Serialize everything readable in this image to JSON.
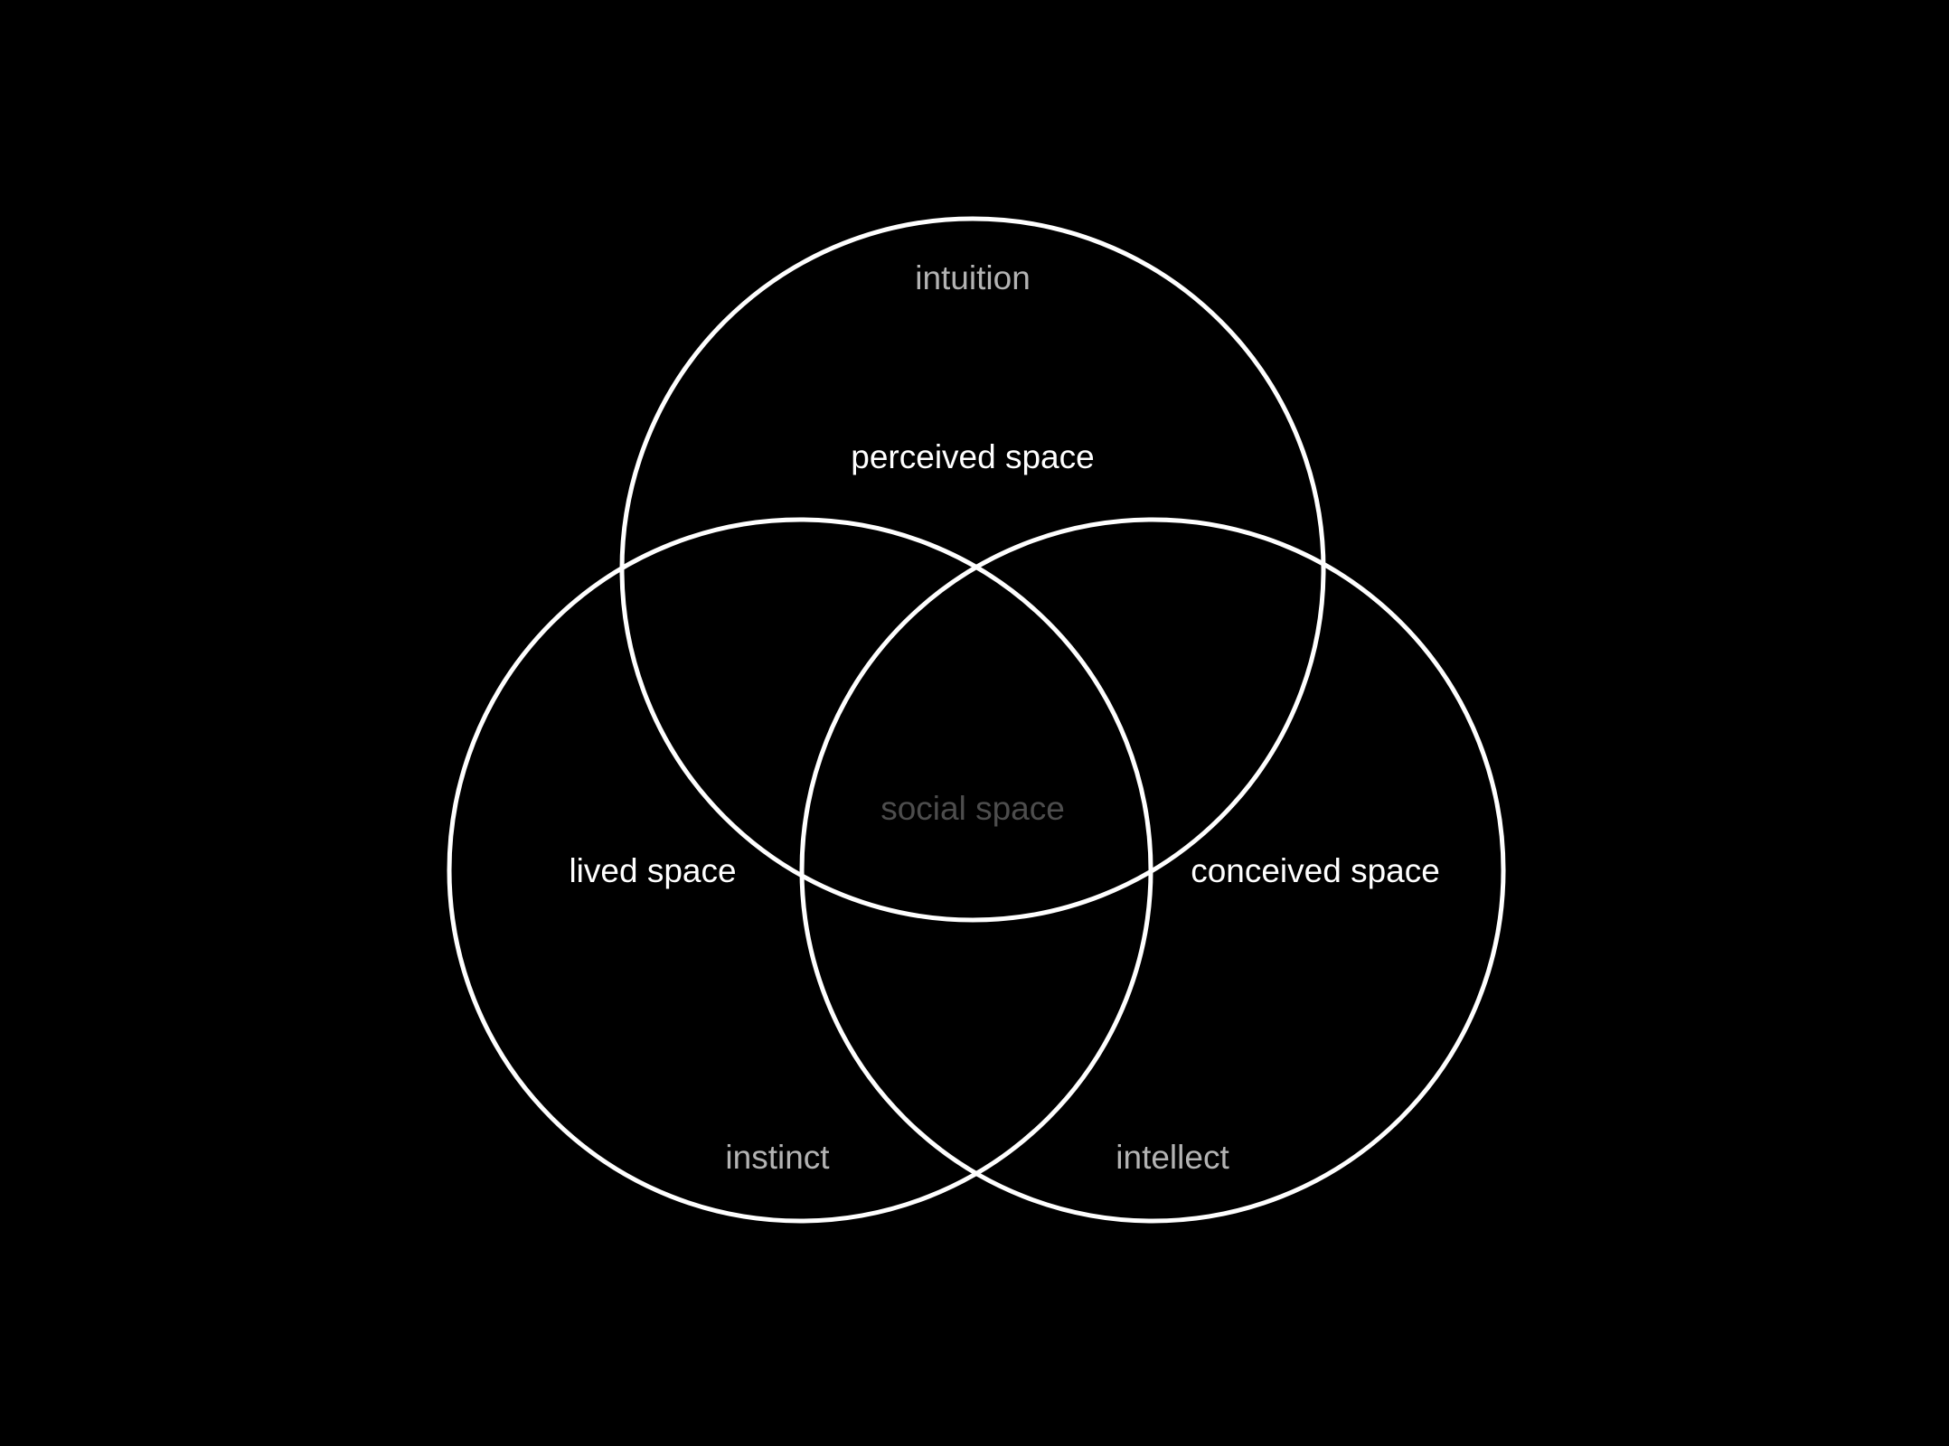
{
  "diagram": {
    "circles": {
      "top": {
        "stroke": "#ffffff"
      },
      "left": {
        "stroke": "#ffffff"
      },
      "right": {
        "stroke": "#ffffff"
      }
    },
    "labels": {
      "intuition": {
        "text": "intuition",
        "color": "#b3b3b3"
      },
      "perceived_space": {
        "text": "perceived space",
        "color": "#ffffff"
      },
      "social_space": {
        "text": "social space",
        "color": "#4d4d4d"
      },
      "lived_space": {
        "text": "lived space",
        "color": "#ffffff"
      },
      "conceived_space": {
        "text": "conceived space",
        "color": "#ffffff"
      },
      "instinct": {
        "text": "instinct",
        "color": "#b3b3b3"
      },
      "intellect": {
        "text": "intellect",
        "color": "#b3b3b3"
      }
    }
  }
}
